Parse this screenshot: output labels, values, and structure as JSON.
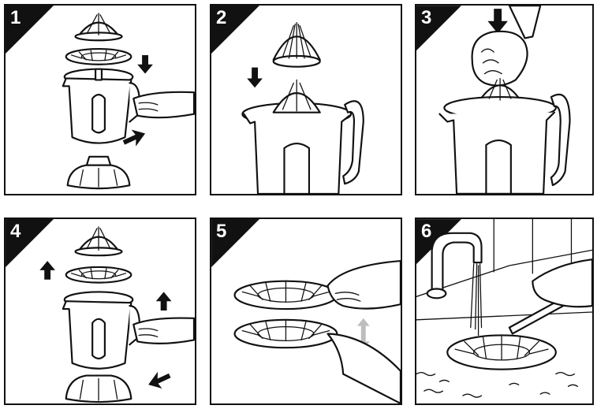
{
  "panels": [
    {
      "number": "1"
    },
    {
      "number": "2"
    },
    {
      "number": "3"
    },
    {
      "number": "4"
    },
    {
      "number": "5"
    },
    {
      "number": "6"
    }
  ],
  "colors": {
    "ink": "#111111",
    "background": "#ffffff",
    "hint_arrow": "#bdbdbd"
  }
}
